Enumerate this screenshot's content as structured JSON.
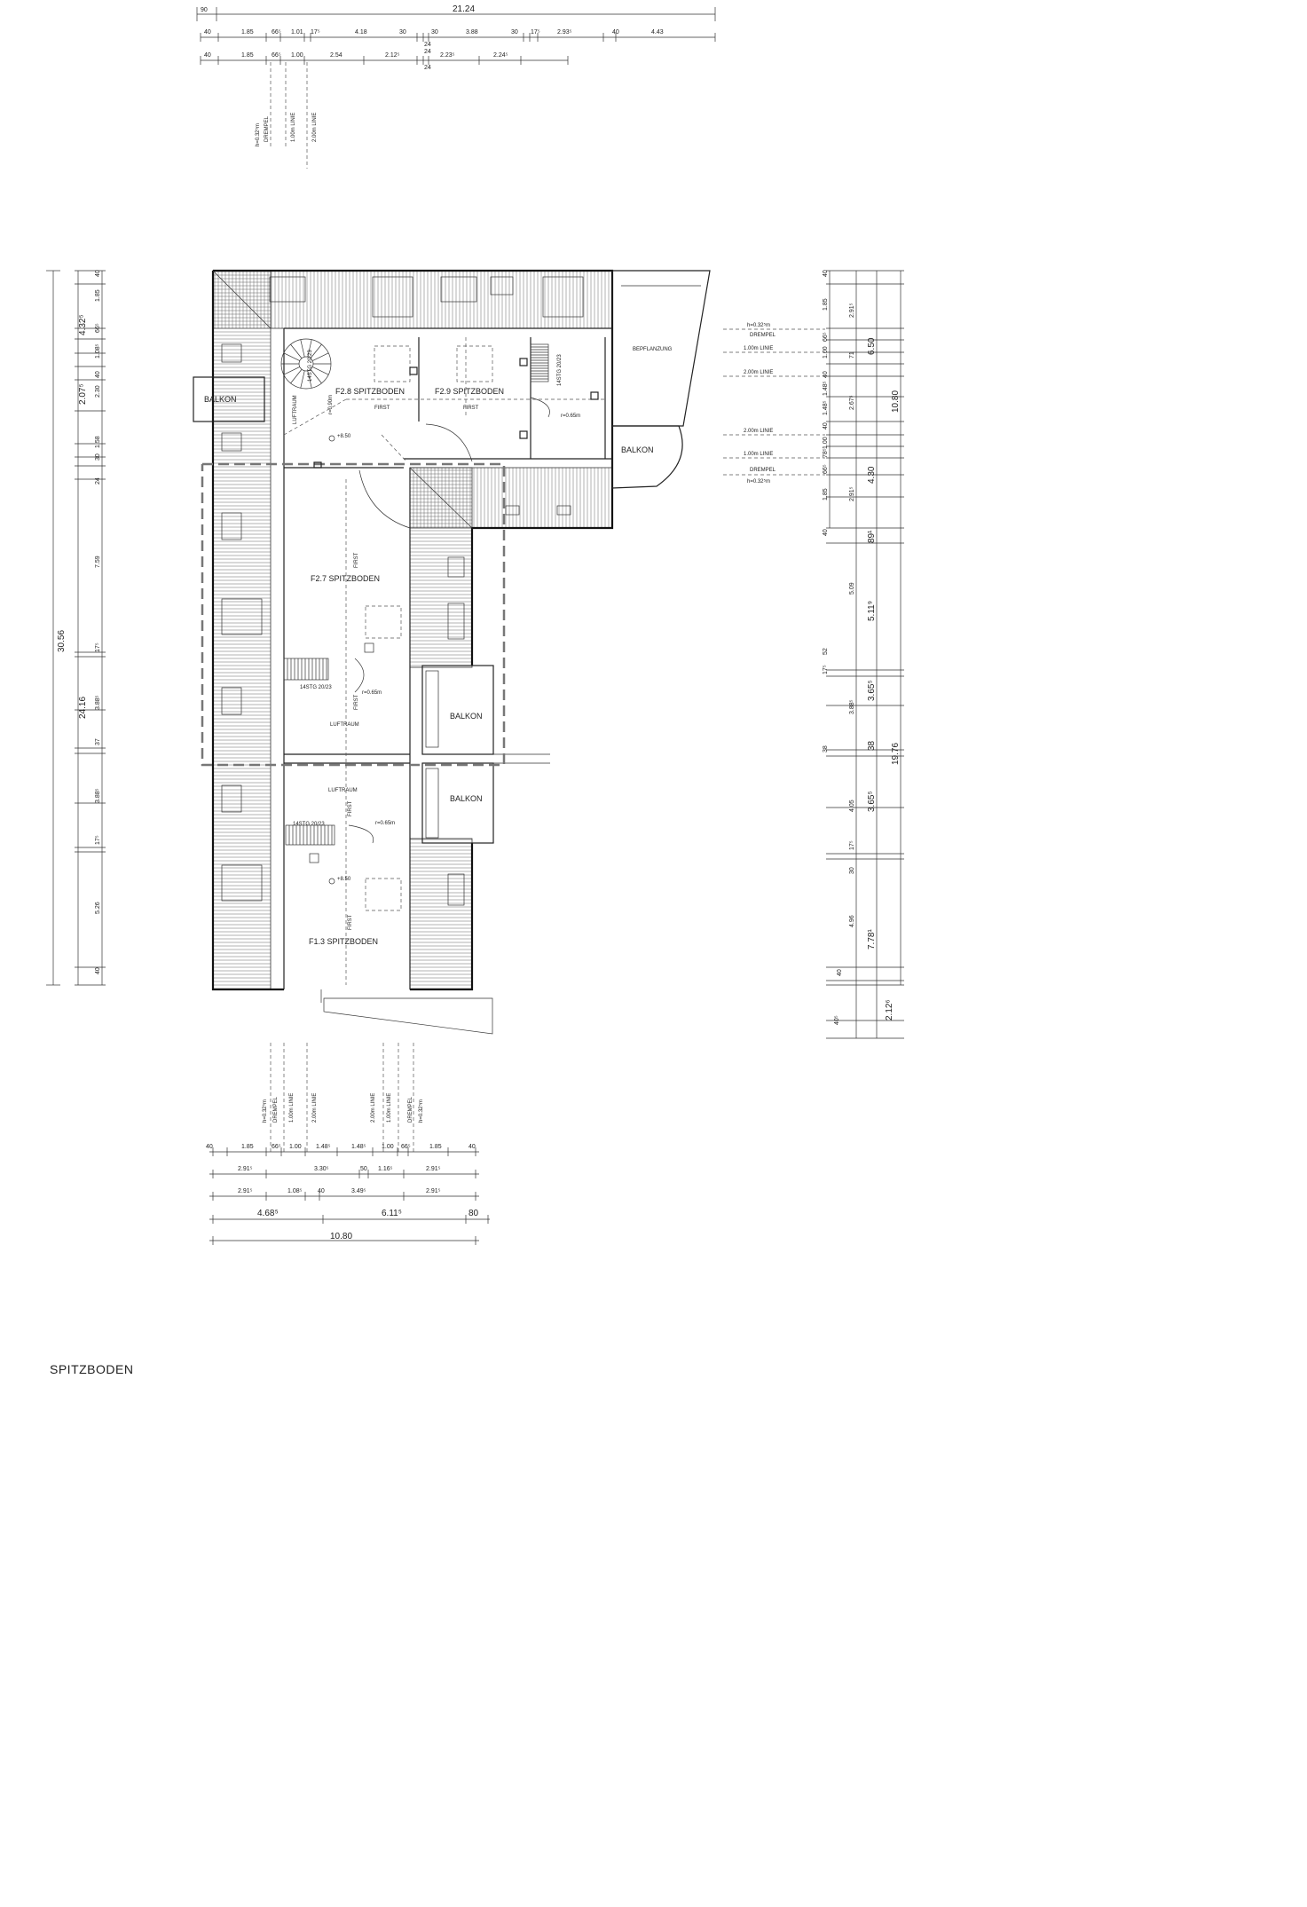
{
  "drawing_title": "SPITZBODEN",
  "rooms": {
    "f28": "F2.8 SPITZBODEN",
    "f29": "F2.9 SPITZBODEN",
    "f27": "F2.7 SPITZBODEN",
    "f13": "F1.3 SPITZBODEN",
    "balkon_left": "BALKON",
    "balkon_right_top": "BALKON",
    "balkon_mid_1": "BALKON",
    "balkon_mid_2": "BALKON",
    "bepflanzung": "BEPFLANZUNG"
  },
  "labels": {
    "luftraum": "LUFTRAUM",
    "first": "FIRST",
    "stair_spiral": "14STG 20/23",
    "stair_1": "14STG 20/23",
    "stair_2": "14STG 20/23",
    "stair_3": "14STG 20/23",
    "radius_090": "r=0.90m",
    "radius_065": "r=0.65m",
    "level": "+8.50",
    "drempel": "DREMPEL",
    "linie100": "1.00m LINIE",
    "linie200": "2.00m LINIE",
    "h0325": "h=0.32⁵m"
  },
  "dims_top": {
    "overall": "21.24",
    "start": "90",
    "row1": [
      "40",
      "1.85",
      "66⁵",
      "1.01",
      "17⁵",
      "4.18",
      "30",
      "30",
      "3.88",
      "30",
      "17⁵",
      "2.93⁵",
      "40",
      "4.43"
    ],
    "row2": [
      "40",
      "1.85",
      "66⁵",
      "1.00",
      "2.54",
      "2.12⁵",
      "24",
      "2.23⁵",
      "2.24⁵"
    ],
    "marker_24a": "24",
    "marker_24b": "24"
  },
  "dims_left": {
    "overall": "30.56",
    "group1": "4.32⁵",
    "group2": "2.07⁵",
    "group3": "24.16",
    "fine": [
      "40",
      "1.85",
      "66⁵",
      "1.08⁵",
      "40",
      "2.30",
      "1.58",
      "30",
      "24",
      "7.59",
      "17⁵",
      "3.88⁵",
      "37",
      "3.88⁵",
      "17⁵",
      "5.26",
      "40"
    ]
  },
  "dims_right": {
    "overall": "10.80",
    "total2": "19.76",
    "g1": "6.50",
    "g2": "4.30",
    "g3": "89¹",
    "g4": "5.11⁹",
    "g5": "3.65⁵",
    "g6": "38",
    "g7": "3.65⁵",
    "g8": "7.78¹",
    "g9": "2.12⁶",
    "fine": [
      "40",
      "1.85",
      "2.91⁵",
      "66⁵",
      "1.00",
      "71",
      "40",
      "1.48⁵",
      "2.67⁵",
      "1.48⁵",
      "40",
      "1.00",
      "78⁵",
      "66⁵",
      "1.85",
      "2.91⁵",
      "40",
      "5.09",
      "52",
      "17⁵",
      "3.88⁵",
      "38",
      "4.05",
      "17⁵",
      "30",
      "4.96",
      "40",
      "40⁵"
    ]
  },
  "dims_bottom": {
    "row1": [
      "40",
      "1.85",
      "66⁵",
      "1.00",
      "1.48⁵",
      "1.48⁵",
      "1.00",
      "66⁵",
      "1.85",
      "40"
    ],
    "row2": [
      "2.91⁵",
      "3.30⁵",
      "50",
      "1.16⁵",
      "2.91⁵"
    ],
    "row3": [
      "2.91⁵",
      "1.08⁵",
      "40",
      "3.49⁵",
      "2.91⁵"
    ],
    "row4": [
      "4.68⁵",
      "6.11⁵",
      "80"
    ],
    "overall": "10.80"
  }
}
